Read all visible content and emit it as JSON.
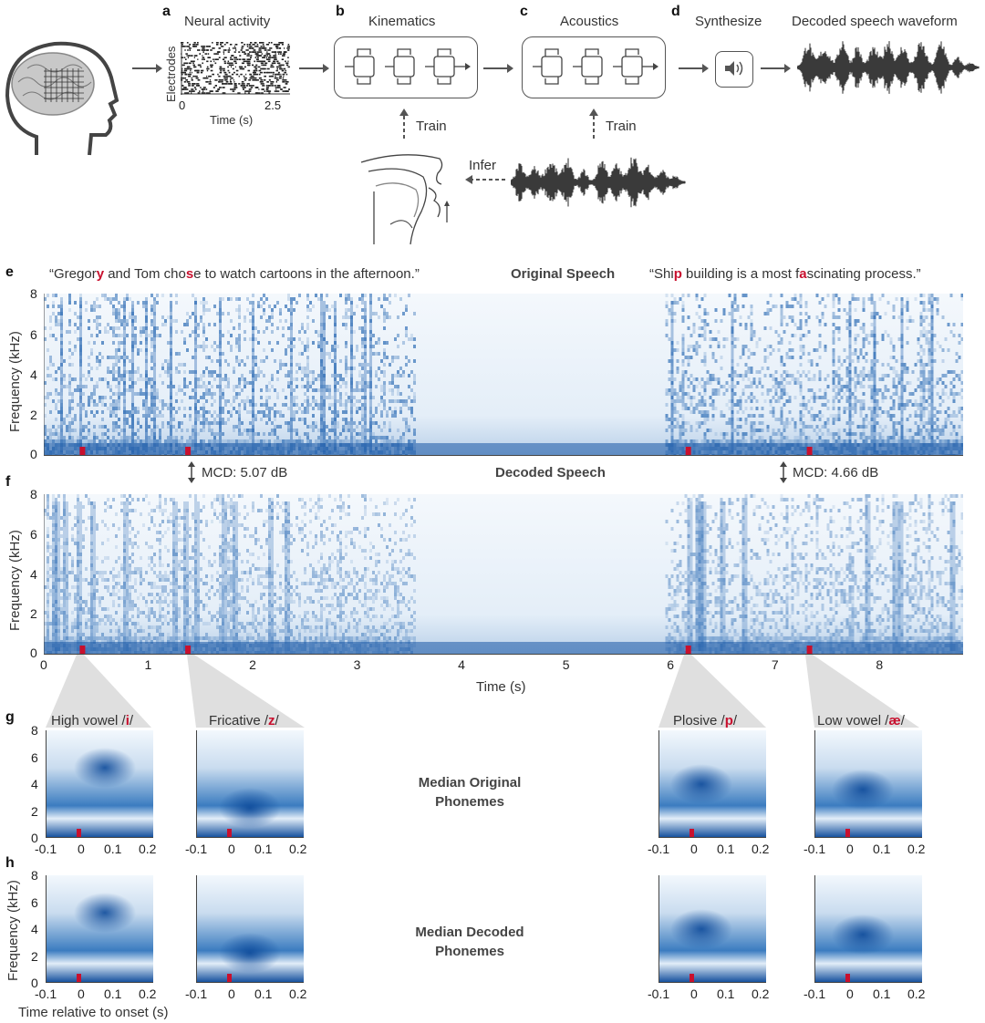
{
  "panels": {
    "a": {
      "letter": "a",
      "title": "Neural activity",
      "ylabel": "Electrodes",
      "xlabel": "Time (s)",
      "xticks": [
        "0",
        "2.5"
      ]
    },
    "b": {
      "letter": "b",
      "title": "Kinematics",
      "train": "Train"
    },
    "c": {
      "letter": "c",
      "title": "Acoustics",
      "train": "Train"
    },
    "d": {
      "letter": "d",
      "title": "Synthesize",
      "waveform_title": "Decoded speech waveform"
    },
    "infer": "Infer"
  },
  "e": {
    "letter": "e",
    "sentence1": {
      "open": "“",
      "p1": "Gregor",
      "r1": "y",
      "p2": " and Tom cho",
      "r2": "s",
      "p3": "e to watch cartoons in the afternoon.",
      "close": "”"
    },
    "title": "Original Speech",
    "sentence2": {
      "open": "“",
      "p1": "Shi",
      "r1": "p",
      "p2": " building is a most f",
      "r2": "a",
      "p3": "scinating process.",
      "close": "”"
    },
    "ylabel": "Frequency (kHz)",
    "yticks": [
      "0",
      "2",
      "4",
      "6",
      "8"
    ]
  },
  "mcd": {
    "left": "MCD: 5.07 dB",
    "right": "MCD: 4.66 dB",
    "title": "Decoded Speech"
  },
  "f": {
    "letter": "f",
    "ylabel": "Frequency (kHz)",
    "yticks": [
      "0",
      "2",
      "4",
      "6",
      "8"
    ],
    "xticks": [
      "0",
      "1",
      "2",
      "3",
      "4",
      "5",
      "6",
      "7",
      "8"
    ],
    "xlabel": "Time (s)"
  },
  "g": {
    "letter": "g",
    "titles": [
      {
        "pre": "High vowel /",
        "ph": "i",
        "post": "/"
      },
      {
        "pre": "Fricative /",
        "ph": "z",
        "post": "/"
      },
      {
        "pre": "Plosive /",
        "ph": "p",
        "post": "/"
      },
      {
        "pre": "Low vowel /",
        "ph": "æ",
        "post": "/"
      }
    ],
    "center_line1": "Median Original",
    "center_line2": "Phonemes",
    "yticks": [
      "0",
      "2",
      "4",
      "6",
      "8"
    ],
    "xticks": [
      "-0.1",
      "0",
      "0.1",
      "0.2"
    ]
  },
  "h": {
    "letter": "h",
    "center_line1": "Median Decoded",
    "center_line2": "Phonemes",
    "ylabel": "Frequency (kHz)",
    "xlabel": "Time relative to onset (s)",
    "yticks": [
      "0",
      "2",
      "4",
      "6",
      "8"
    ],
    "xticks": [
      "-0.1",
      "0",
      "0.1",
      "0.2"
    ]
  },
  "colors": {
    "spectrogram_dark": "#0d4a9a",
    "spectrogram_light": "#eef4fb",
    "highlight": "#c8102e",
    "box_border": "#555555"
  }
}
